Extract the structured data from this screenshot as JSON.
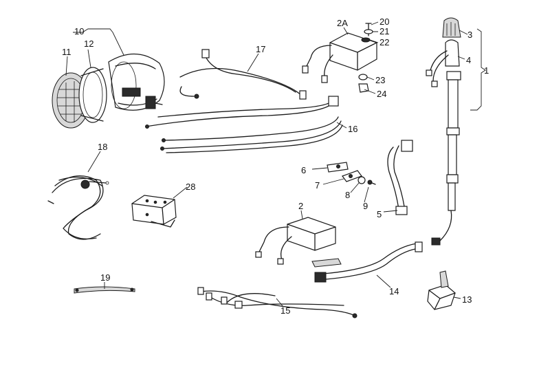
{
  "diagram": {
    "labels": {
      "l10": "10",
      "l11": "11",
      "l12": "12",
      "l17": "17",
      "l16": "16",
      "l2A": "2A",
      "l20": "20",
      "l21": "21",
      "l22": "22",
      "l23": "23",
      "l24": "24",
      "l3": "3",
      "l4": "4",
      "l1": "1",
      "l18": "18",
      "l28": "28",
      "l6": "6",
      "l7": "7",
      "l8": "8",
      "l9": "9",
      "l5": "5",
      "l2": "2",
      "l19": "19",
      "l15": "15",
      "l14": "14",
      "l13": "13"
    }
  }
}
